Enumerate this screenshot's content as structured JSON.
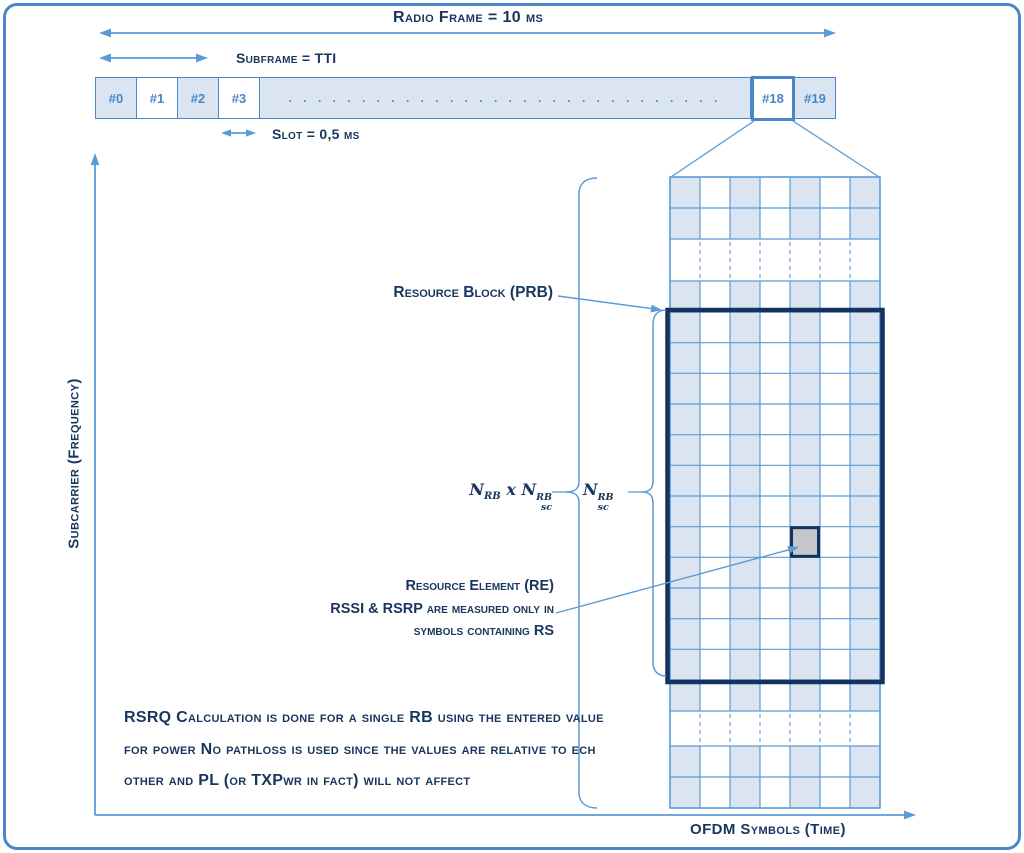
{
  "frame": {
    "radio_frame_label": "Radio Frame = 10 ms",
    "subframe_label": "Subframe = TTI",
    "slot_label": "Slot = 0,5 ms",
    "cells": [
      "#0",
      "#1",
      "#2",
      "#3"
    ],
    "dots": ". . . . . . . . . . . . . . . . . . . . . . . . . . . . . .",
    "cell_18": "#18",
    "cell_19": "#19"
  },
  "axes": {
    "y_label": "Subcarrier (Frequency)",
    "x_label": "OFDM Symbols (Time)"
  },
  "labels": {
    "prb": "Resource Block (PRB)",
    "re_line1": "Resource Element (RE)",
    "re_line2": "RSSI & RSRP are measured only in",
    "re_line3": "symbols containing RS",
    "note_line1": "RSRQ Calculation is done for a single RB using the entered value",
    "note_line2": "for power No pathloss is used since the values are relative to ech",
    "note_line3": "other and PL (or TXPwr in fact) will not affect"
  },
  "formulas": {
    "nrb": {
      "n1": "N",
      "n1_sub": "RB",
      "op": "x",
      "n2": "N",
      "n2_sub": "sc",
      "n2_sup": "RB"
    },
    "nsc": {
      "n": "N",
      "sub": "sc",
      "sup": "RB"
    }
  },
  "grid": {
    "symbols_per_slot": 7,
    "subcarriers_per_rb": 12,
    "shaded_columns": [
      0,
      2,
      4,
      6
    ],
    "re_cell": {
      "col": 4,
      "row": 7
    }
  },
  "colors": {
    "navy": "#17365d",
    "medium_blue": "#4a86c8",
    "light_blue": "#5b9bd5",
    "cell_fill": "#dbe5f1",
    "prb_border": "#14325e",
    "re_fill": "#c5c5cd"
  }
}
